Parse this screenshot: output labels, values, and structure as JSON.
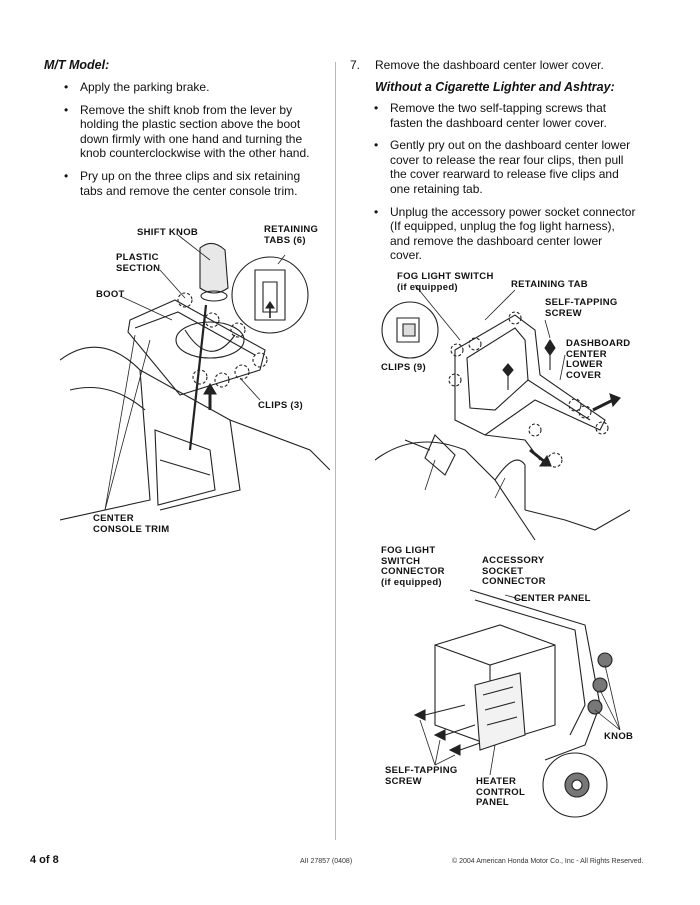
{
  "left": {
    "heading": "M/T Model:",
    "bullets": [
      "Apply the parking brake.",
      "Remove the shift knob from the lever by holding the plastic section above the boot down firmly with one hand and turning the knob counterclockwise with the other hand.",
      "Pry up on the three clips and six retaining tabs and remove the center console trim."
    ],
    "figure": {
      "labels": {
        "shift_knob": "SHIFT KNOB",
        "retaining_tabs": "RETAINING\nTABS (6)",
        "plastic_section": "PLASTIC\nSECTION",
        "boot": "BOOT",
        "clips": "CLIPS (3)",
        "center_console_trim": "CENTER\nCONSOLE TRIM"
      }
    }
  },
  "right": {
    "step_number": "7.",
    "step_text": "Remove the dashboard center lower cover.",
    "subheading": "Without a Cigarette Lighter and Ashtray:",
    "bullets": [
      "Remove the two self-tapping screws that fasten the dashboard center lower cover.",
      "Gently pry out on the dashboard center lower cover to release the rear four clips, then pull the cover rearward to release five clips and one retaining tab.",
      "Unplug the accessory power socket connector (If equipped, unplug the fog light harness), and remove the dashboard center lower cover."
    ],
    "figure1": {
      "labels": {
        "fog_light_switch": "FOG LIGHT SWITCH\n(if equipped)",
        "retaining_tab": "RETAINING TAB",
        "self_tapping_screw": "SELF-TAPPING\nSCREW",
        "dashboard_cover": "DASHBOARD\nCENTER\nLOWER\nCOVER",
        "clips": "CLIPS (9)",
        "fog_connector": "FOG LIGHT\nSWITCH\nCONNECTOR\n(if equipped)",
        "accessory_connector": "ACCESSORY\nSOCKET\nCONNECTOR"
      }
    },
    "figure2": {
      "labels": {
        "center_panel": "CENTER PANEL",
        "knob": "KNOB",
        "self_tapping_screw": "SELF-TAPPING\nSCREW",
        "heater_panel": "HEATER\nCONTROL\nPANEL"
      }
    }
  },
  "footer": {
    "page": "4 of 8",
    "doc_id": "AII 27857 (0408)",
    "copyright": "© 2004 American Honda Motor Co., Inc - All Rights Reserved."
  }
}
